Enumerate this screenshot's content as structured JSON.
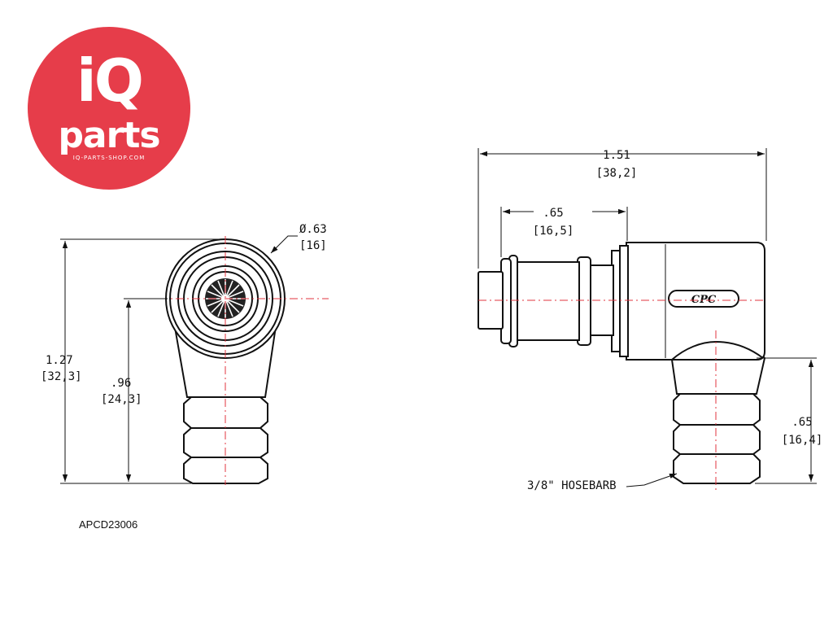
{
  "logo": {
    "brand_main": "iQ",
    "brand_sub": "parts",
    "url": "IQ-PARTS-SHOP.COM",
    "color": "#e63d4a"
  },
  "part_number": "APCD23006",
  "dimensions": {
    "diameter": {
      "inch": "Ø.63",
      "mm": "[16]"
    },
    "total_height": {
      "inch": "1.27",
      "mm": "[32,3]"
    },
    "center_height": {
      "inch": ".96",
      "mm": "[24,3]"
    },
    "total_length": {
      "inch": "1.51",
      "mm": "[38,2]"
    },
    "insert_length": {
      "inch": ".65",
      "mm": "[16,5]"
    },
    "barb_length": {
      "inch": ".65",
      "mm": "[16,4]"
    }
  },
  "callouts": {
    "hosebarb": "3/8\" HOSEBARB",
    "body_mark": "CPC"
  },
  "colors": {
    "centerline": "#e0343f",
    "outline": "#111111"
  }
}
